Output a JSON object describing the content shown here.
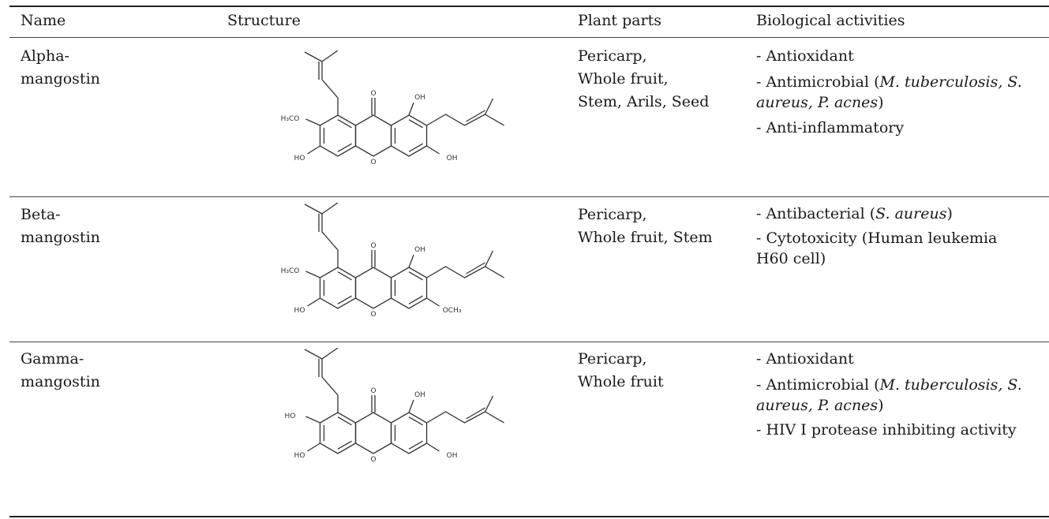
{
  "header": {
    "name": "Name",
    "structure": "Structure",
    "plant_parts": "Plant parts",
    "biological_activities": "Biological activities"
  },
  "rows": [
    {
      "name": "Alpha-mangostin",
      "plant_parts": [
        "Pericarp,",
        "Whole fruit,",
        "Stem, Arils, Seed"
      ],
      "activities": [
        {
          "text": "- Antioxidant"
        },
        {
          "prefix": "- Antimicrobial (",
          "italic": "M. tuberculosis, S. aureus, P. acnes",
          "suffix": ")"
        },
        {
          "text": "- Anti-inflammatory"
        }
      ],
      "structure_labels": {
        "top_left": "H₃CO",
        "bottom_left": "HO",
        "carbonyl": "O",
        "hydroxyl_top": "OH",
        "ring_oxygen": "O",
        "bottom_right": "OH"
      }
    },
    {
      "name": "Beta-mangostin",
      "plant_parts": [
        "Pericarp,",
        "Whole fruit, Stem"
      ],
      "activities": [
        {
          "prefix": "- Antibacterial (",
          "italic": "S. aureus",
          "suffix": ")"
        },
        {
          "text": "- Cytotoxicity (Human leukemia H60 cell)"
        }
      ],
      "structure_labels": {
        "top_left": "H₃CO",
        "bottom_left": "HO",
        "carbonyl": "O",
        "hydroxyl_top": "OH",
        "ring_oxygen": "O",
        "bottom_right": "OCH₃"
      }
    },
    {
      "name": "Gamma-mangostin",
      "plant_parts": [
        "Pericarp,",
        "Whole fruit"
      ],
      "activities": [
        {
          "text": "- Antioxidant"
        },
        {
          "prefix": "- Antimicrobial (",
          "italic": "M. tuberculosis, S. aureus, P. acnes",
          "suffix": ")"
        },
        {
          "text": "- HIV I protease inhibiting activity"
        }
      ],
      "structure_labels": {
        "top_left": "HO",
        "bottom_left": "HO",
        "carbonyl": "O",
        "hydroxyl_top": "OH",
        "ring_oxygen": "O",
        "bottom_right": "OH"
      }
    }
  ]
}
